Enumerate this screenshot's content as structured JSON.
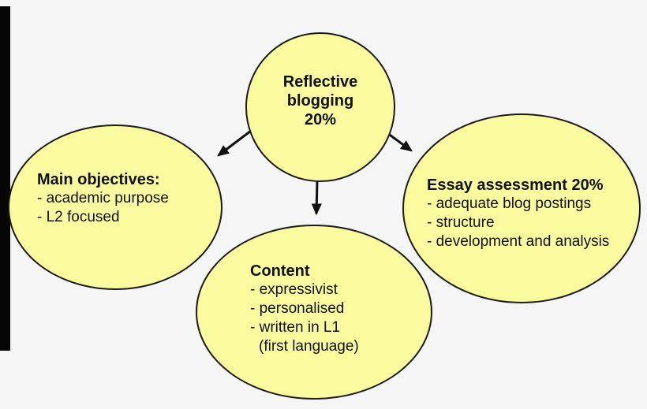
{
  "colors": {
    "background": "#f5f5f6",
    "node_fill": "#fafa9e",
    "node_stroke": "#1b1b1b",
    "text": "#111111",
    "pillarbox_bar": "#060606"
  },
  "nodes": {
    "reflective": {
      "lines": [
        "Reflective",
        "blogging",
        "20%"
      ]
    },
    "objectives": {
      "heading": "Main objectives:",
      "items": [
        "- academic purpose",
        "- L2 focused"
      ]
    },
    "content": {
      "heading": "Content",
      "items": [
        "- expressivist",
        "- personalised",
        "- written in L1",
        "(first language)"
      ]
    },
    "essay": {
      "heading": "Essay assessment 20%",
      "items": [
        "- adequate blog postings",
        "- structure",
        "- development and analysis"
      ]
    }
  }
}
